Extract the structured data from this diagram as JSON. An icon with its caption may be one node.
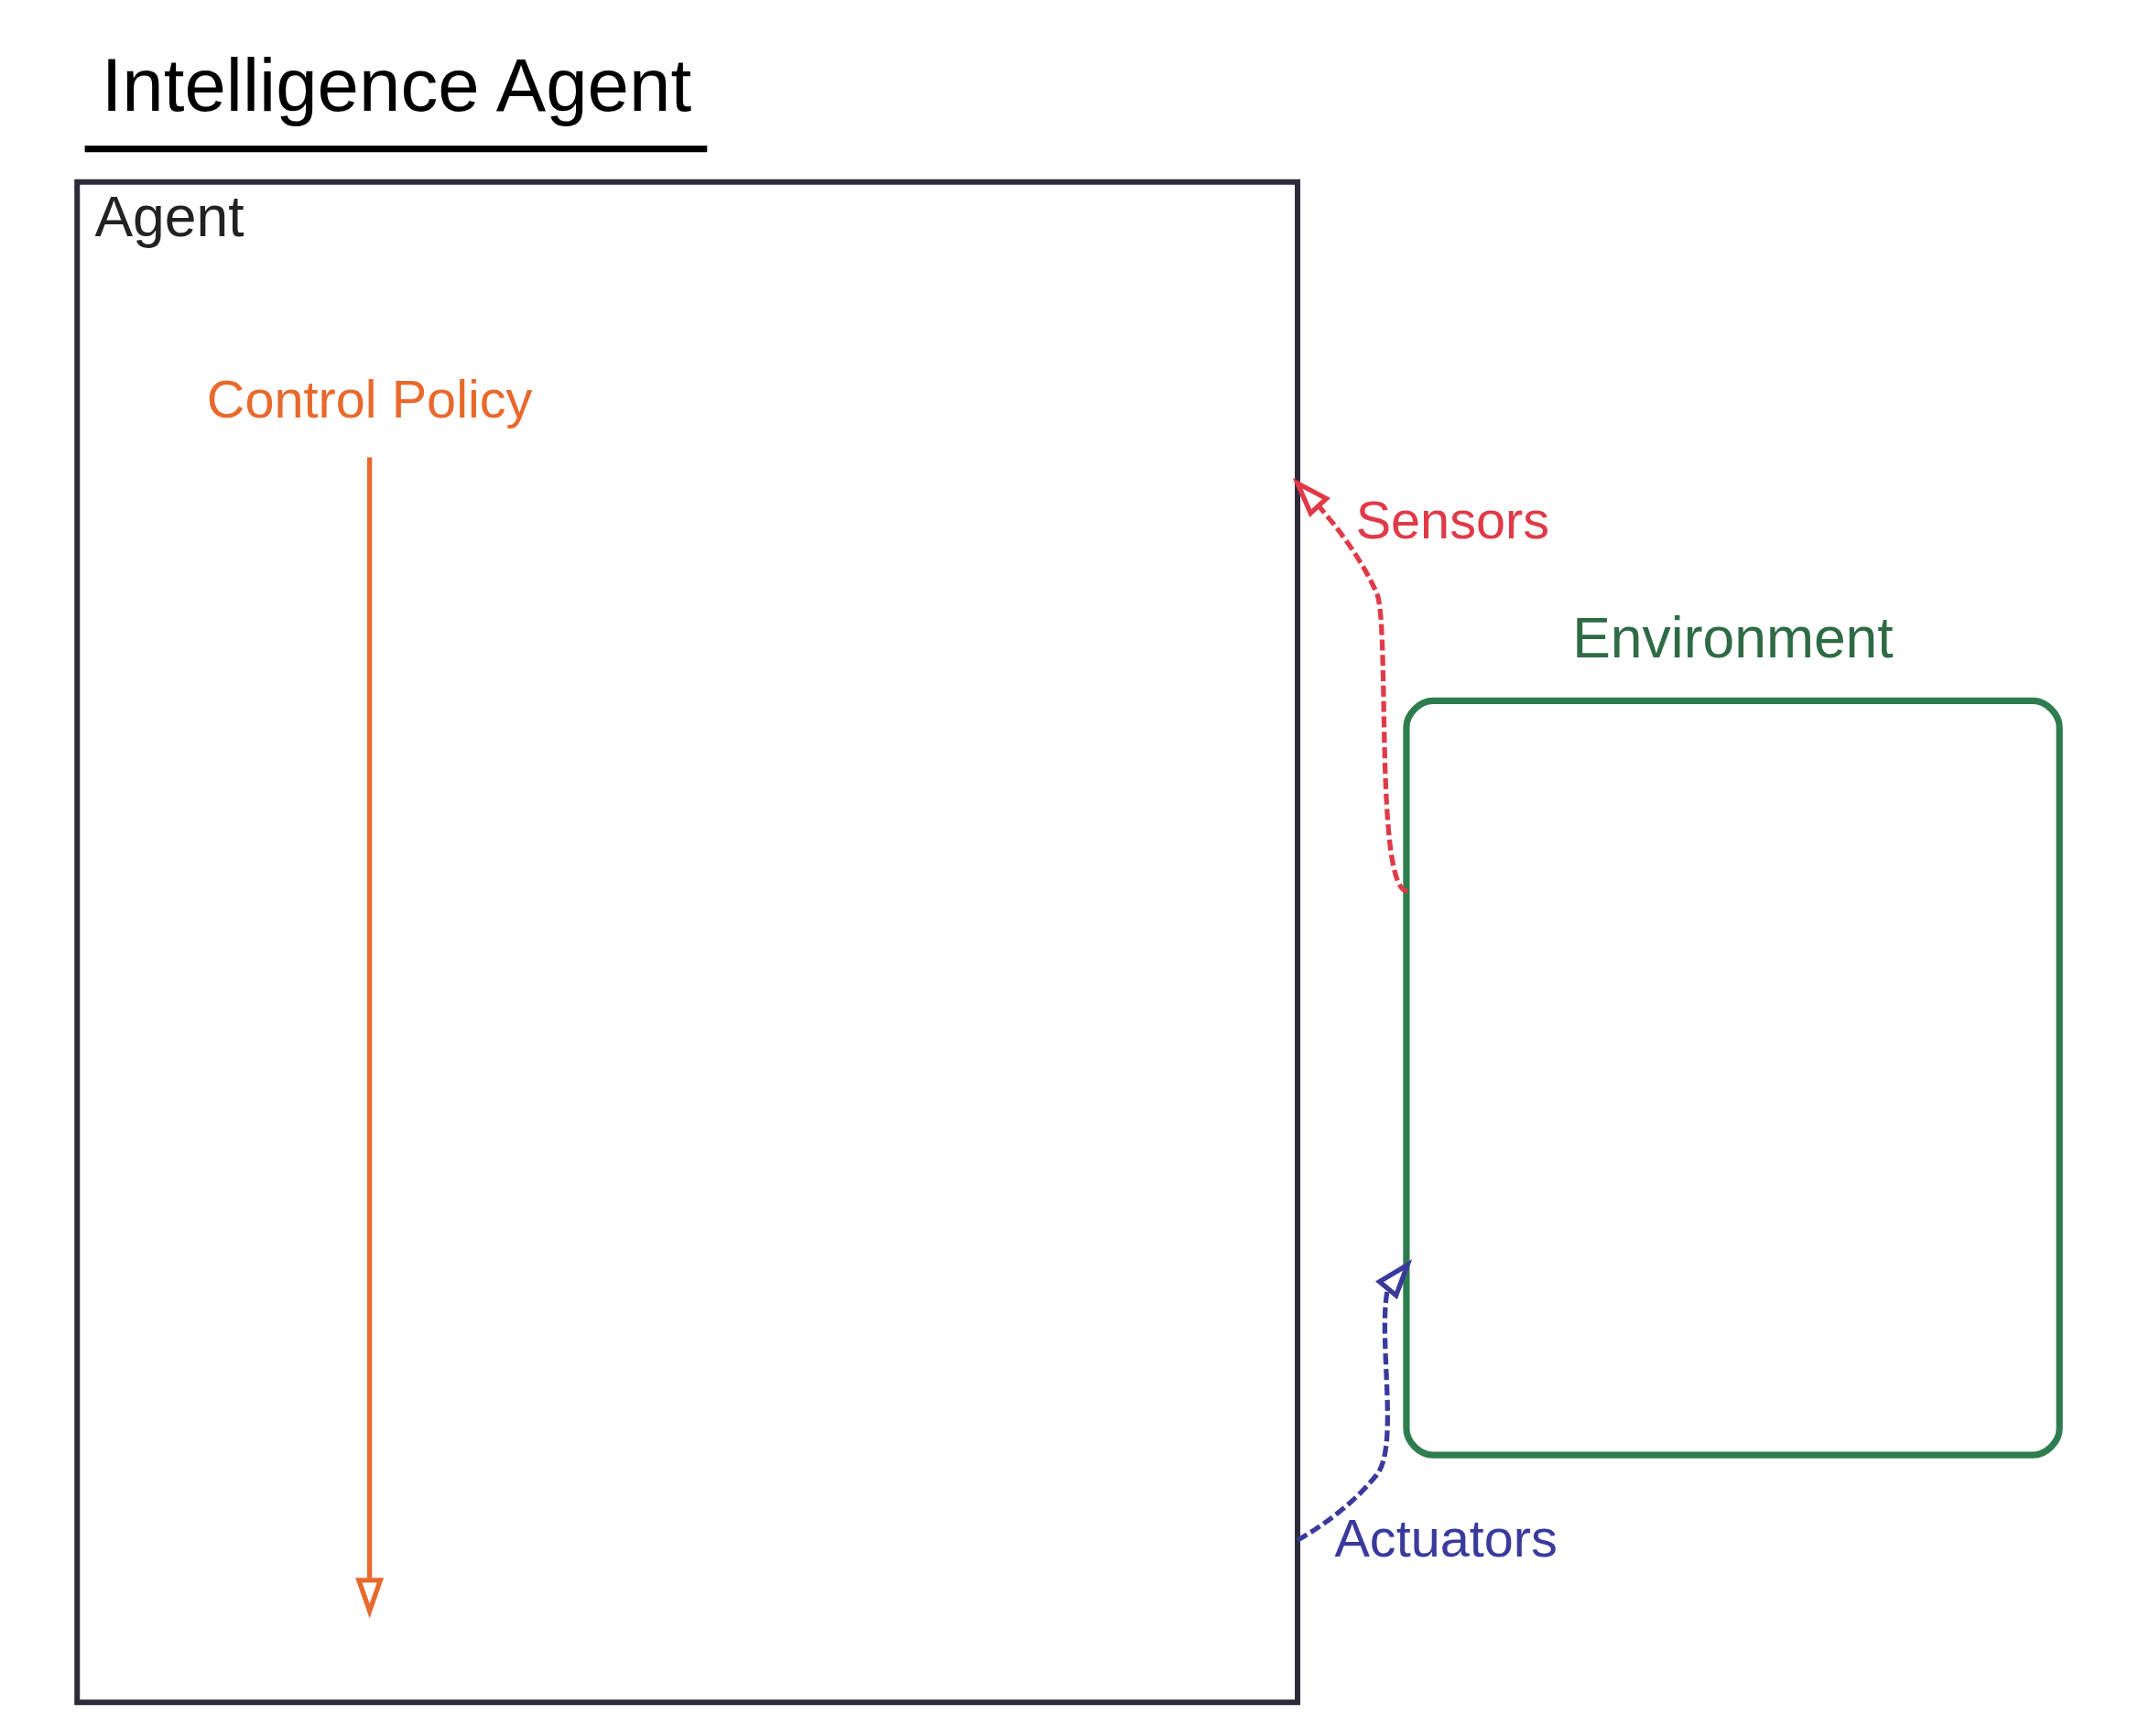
{
  "diagram": {
    "title": "Intelligence Agent",
    "nodes": [
      {
        "text": [
          "Agent"
        ]
      },
      {
        "text": [
          "Control Policy"
        ],
        "in": 0
      },
      {
        "text": [
          "Environment"
        ]
      }
    ],
    "edges": [
      {
        "from": 2,
        "to": 0,
        "arrow": "to",
        "label": "Sensors",
        "style": "dashed",
        "color": "#e03a48"
      },
      {
        "from": 1,
        "to": null,
        "arrow": "to",
        "color": "#e8692c"
      },
      {
        "from": 0,
        "to": 2,
        "arrow": "to",
        "label": "Actuators",
        "style": "dashed",
        "color": "#3a3a9c"
      }
    ]
  }
}
